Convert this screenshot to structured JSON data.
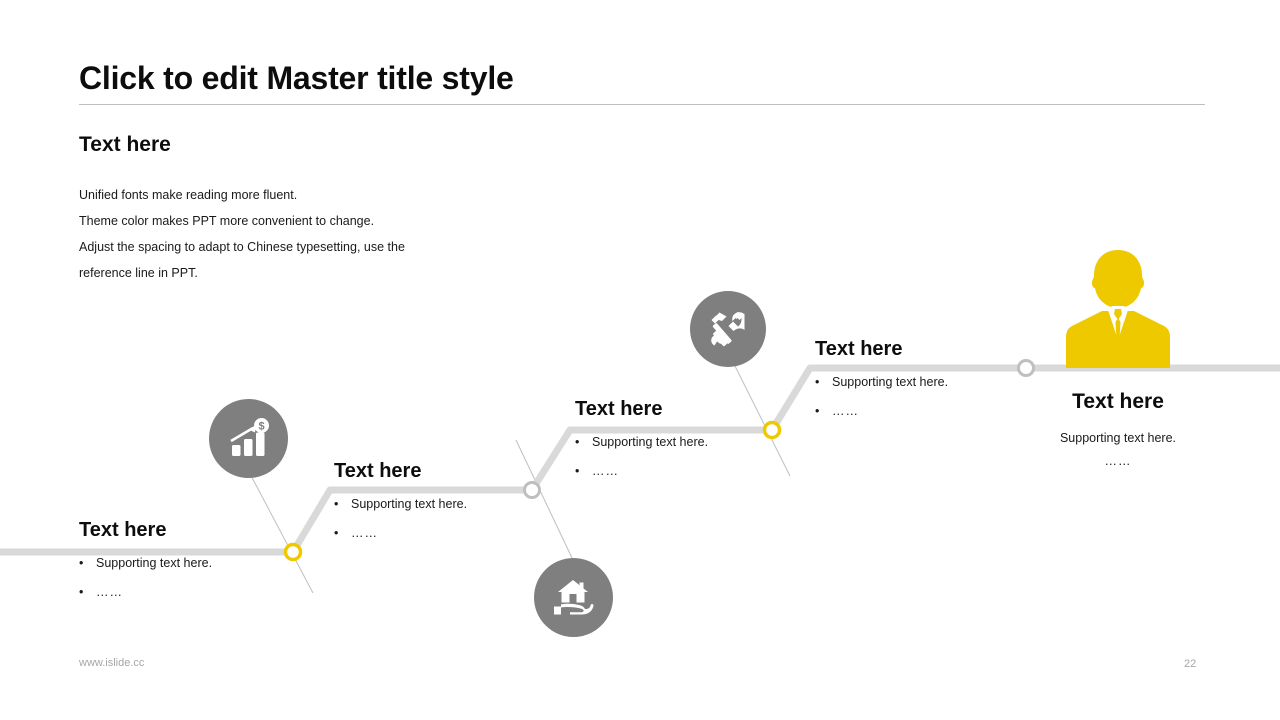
{
  "slide": {
    "title": "Click to edit Master title style",
    "subhead": "Text here",
    "intro_lines": [
      "Unified fonts make reading more fluent.",
      "Theme color makes PPT more convenient to change.",
      "Adjust the spacing to adapt to Chinese typesetting, use the",
      "reference line in PPT."
    ],
    "footer_url": "www.islide.cc",
    "page_number": "22"
  },
  "theme": {
    "accent_yellow": "#EFC900",
    "icon_gray": "#7F7F7F",
    "path_gray": "#D9D9D9",
    "rule_gray": "#BFBFBF",
    "text_black": "#0D0D0D",
    "footer_gray": "#A6A6A6"
  },
  "steps": [
    {
      "heading": "Text here",
      "bullet_marker": "•",
      "bullets": [
        "Supporting text here.",
        "……"
      ],
      "icon": "bar-chart-dollar-icon",
      "node_style": "yellow-ring"
    },
    {
      "heading": "Text here",
      "bullet_marker": "•",
      "bullets": [
        "Supporting text here.",
        "……"
      ],
      "icon": "house-on-hand-icon",
      "node_style": "gray-ring"
    },
    {
      "heading": "Text here",
      "bullet_marker": "•",
      "bullets": [
        "Supporting text here.",
        "……"
      ],
      "icon": "hammer-wrench-icon",
      "node_style": "yellow-ring"
    },
    {
      "heading": "Text here",
      "bullet_marker": "•",
      "bullets": [
        "Supporting text here.",
        "……"
      ],
      "icon": "businessman-icon",
      "node_style": "gray-ring"
    },
    {
      "heading": "Text here",
      "lines": [
        "Supporting text here.",
        "……"
      ],
      "icon": "businessman-icon",
      "node_style": "none"
    }
  ]
}
